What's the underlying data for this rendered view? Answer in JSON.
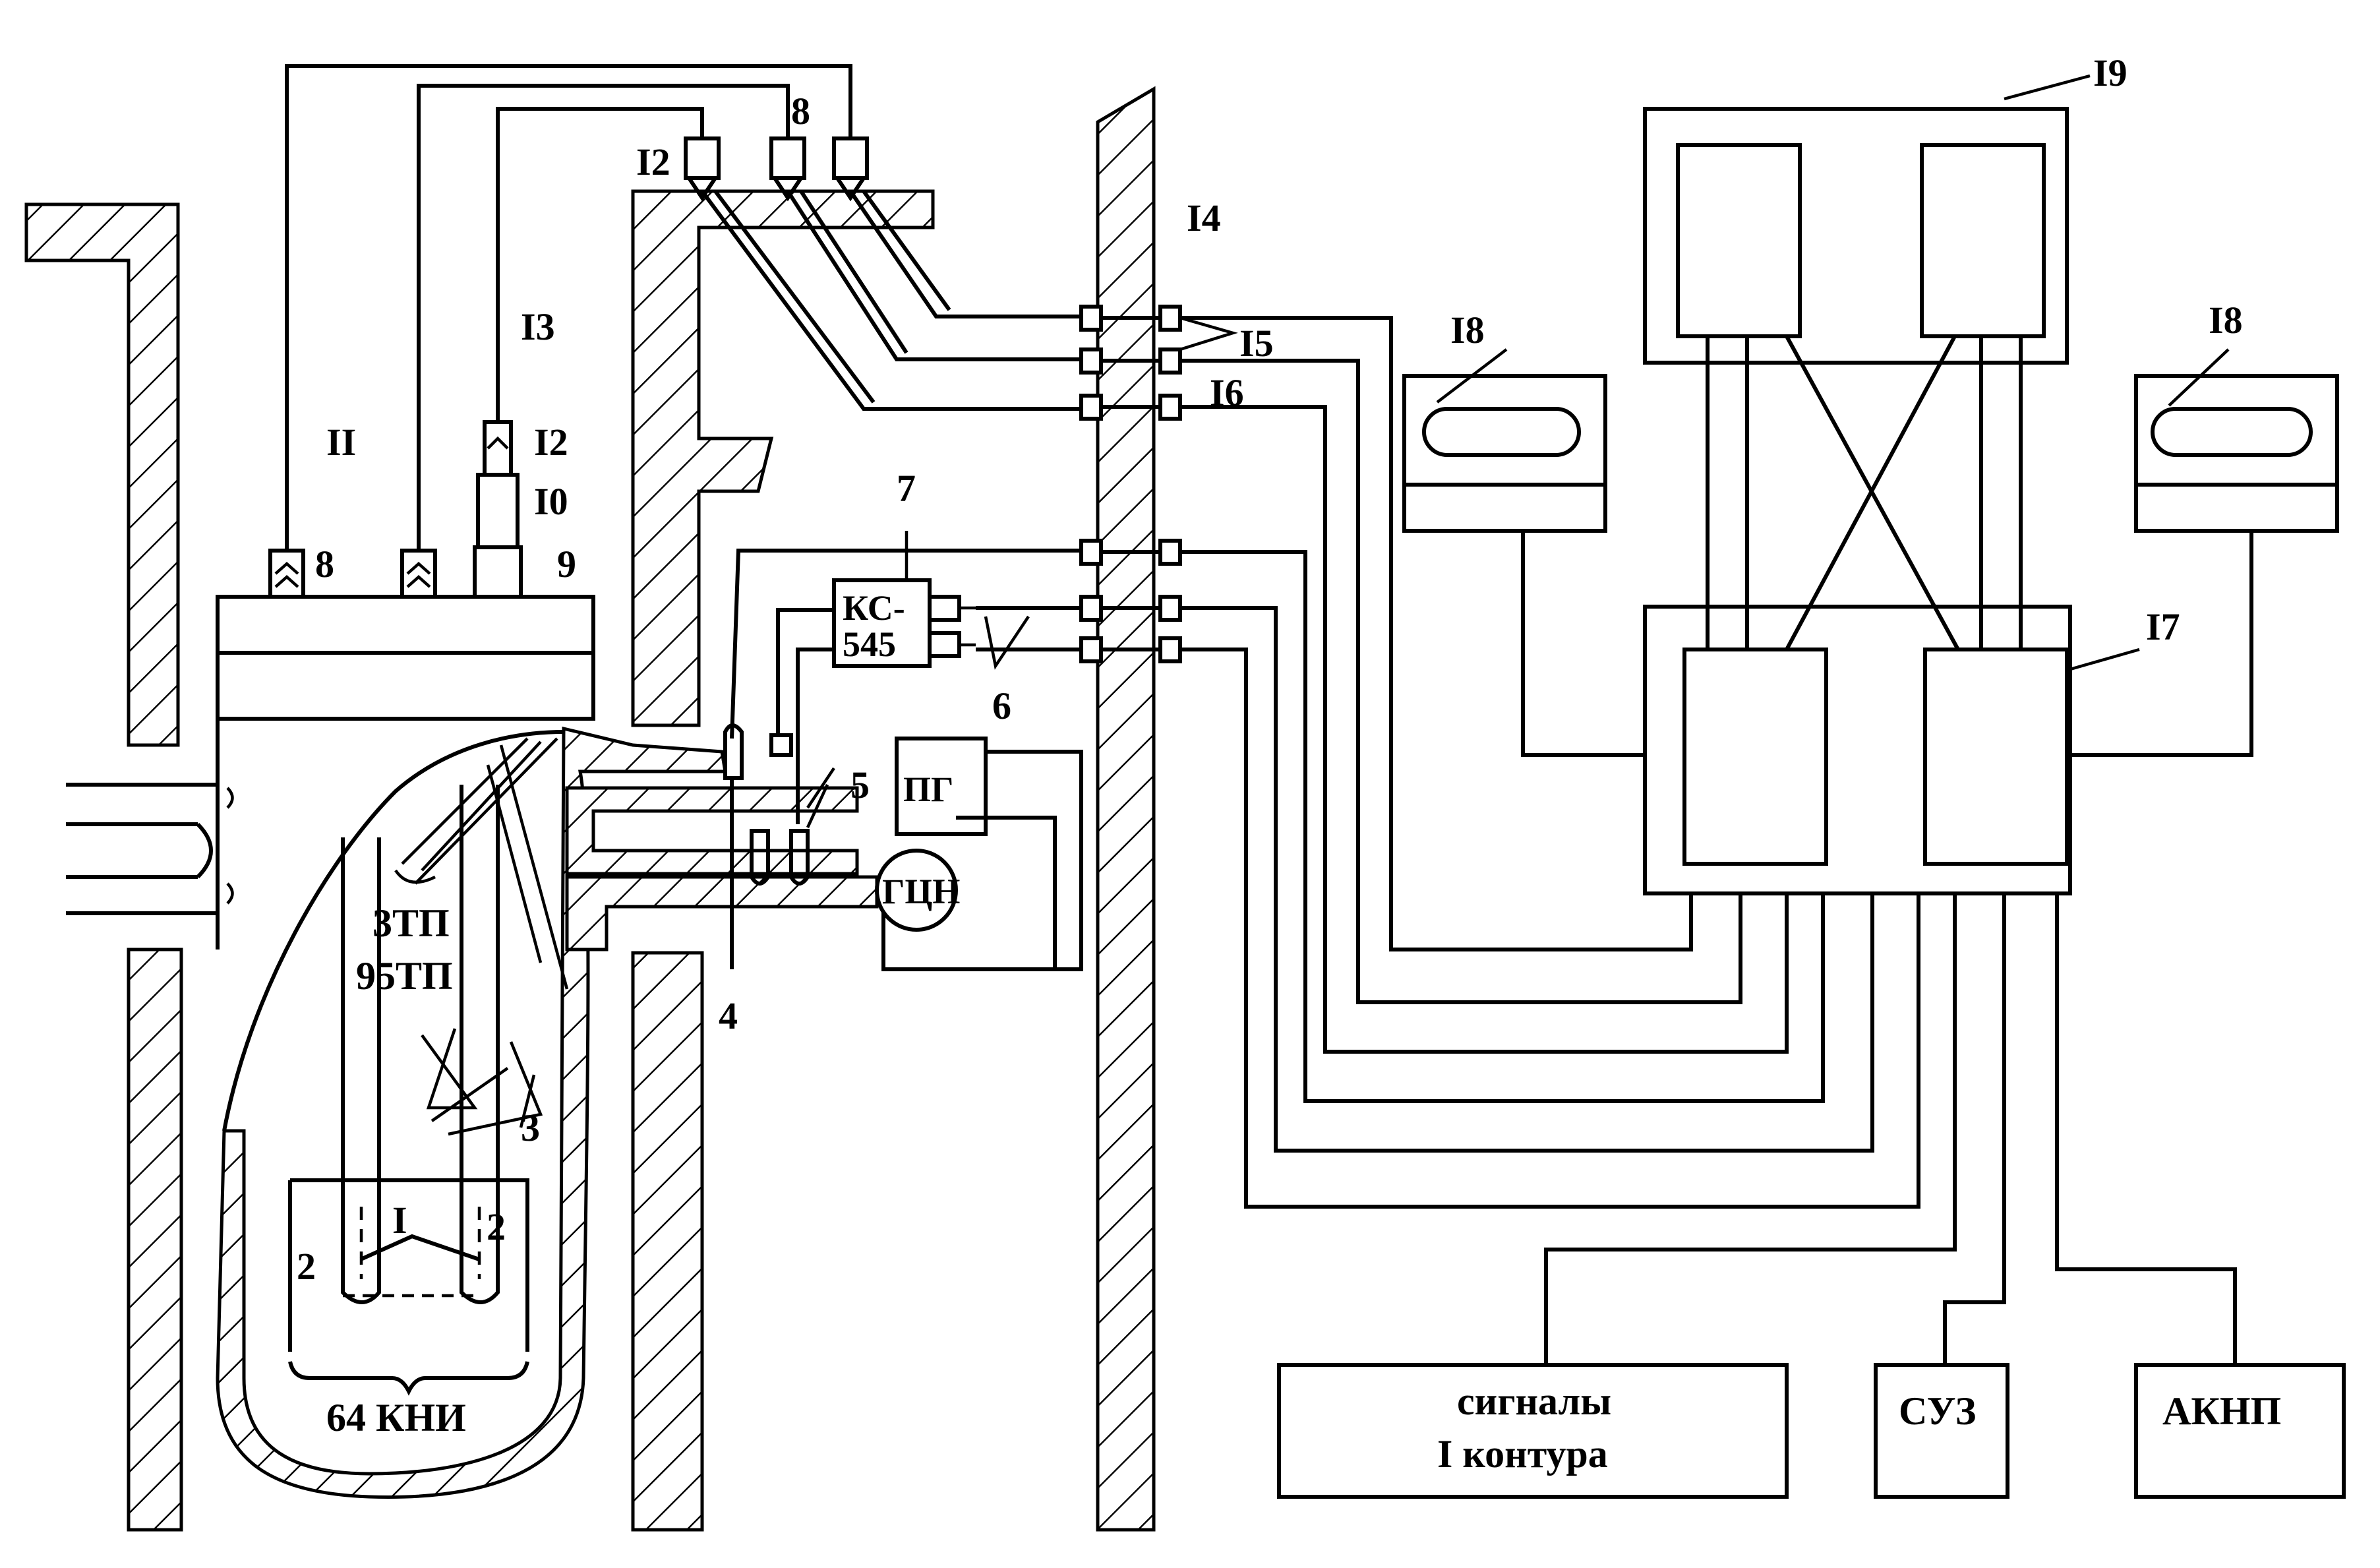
{
  "labels": {
    "n1": "I",
    "n2a": "2",
    "n2b": "2",
    "n3": "3",
    "n4": "4",
    "n5": "5",
    "n6": "6",
    "n7": "7",
    "n8a": "8",
    "n8b": "8",
    "n9": "9",
    "n10": "I0",
    "n11": "II",
    "n12a": "I2",
    "n12b": "I2",
    "n13": "I3",
    "n14": "I4",
    "n15": "I5",
    "n16": "I6",
    "n17": "I7",
    "n18a": "I8",
    "n18b": "I8",
    "n19": "I9"
  },
  "core": {
    "ztp": "3ТП",
    "tp95": "95ТП",
    "kni": "64 КНИ"
  },
  "components": {
    "ks_line1": "КС-",
    "ks_line2": "545",
    "pg": "ПГ",
    "gcn": "ГЦН"
  },
  "outputs": {
    "signals_line1": "сигналы",
    "signals_line2": "I контура",
    "suz": "СУЗ",
    "aknp": "АКНП"
  }
}
